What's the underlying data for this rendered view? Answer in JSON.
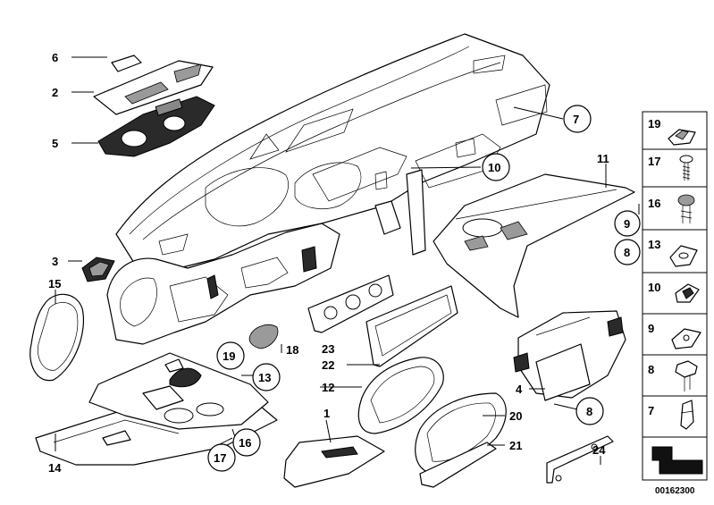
{
  "callouts": {
    "c1": "1",
    "c2": "2",
    "c3": "3",
    "c4": "4",
    "c5": "5",
    "c6": "6",
    "c7": "7",
    "c8": "8",
    "c8b": "8",
    "c9": "9",
    "c10": "10",
    "c11": "11",
    "c12": "12",
    "c13": "13",
    "c14": "14",
    "c15": "15",
    "c16": "16",
    "c17": "17",
    "c18": "18",
    "c19": "19",
    "c20": "20",
    "c21": "21",
    "c22": "22",
    "c23": "23",
    "c24": "24"
  },
  "legend": {
    "items": [
      {
        "label": "19",
        "icon": "clip-icon"
      },
      {
        "label": "17",
        "icon": "screw-icon"
      },
      {
        "label": "16",
        "icon": "expansion-rivet-icon"
      },
      {
        "label": "13",
        "icon": "spring-nut-icon"
      },
      {
        "label": "10",
        "icon": "plastic-nut-icon"
      },
      {
        "label": "9",
        "icon": "clip-nut-icon"
      },
      {
        "label": "8",
        "icon": "hex-bolt-icon"
      },
      {
        "label": "7",
        "icon": "cable-holder-icon"
      },
      {
        "label": "",
        "icon": "shim-icon"
      }
    ]
  },
  "diagram_code": "00162300"
}
